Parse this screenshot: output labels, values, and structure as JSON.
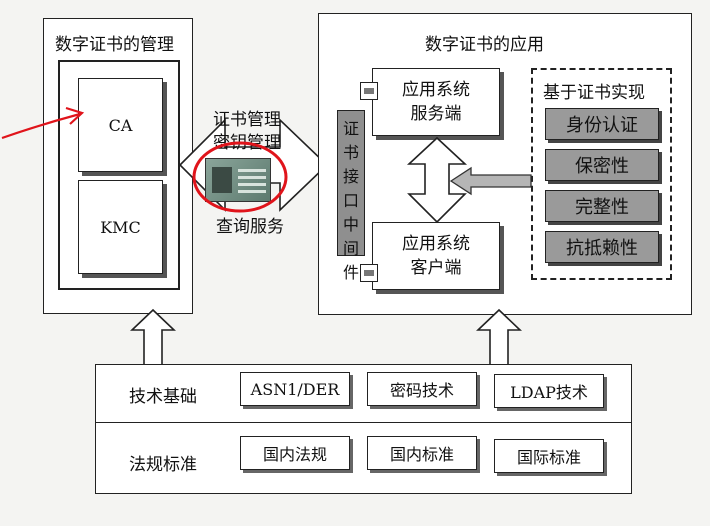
{
  "mgmt": {
    "title": "数字证书的管理",
    "ca": "CA",
    "kmc": "KMC"
  },
  "arrows": {
    "cert_mgmt_line1": "证书管理",
    "cert_mgmt_line2": "密钥管理",
    "query_service": "查询服务"
  },
  "middleware": {
    "label": "证书接口中间件",
    "chars": [
      "证",
      "书",
      "接",
      "口",
      "中",
      "间",
      "件"
    ]
  },
  "app": {
    "title": "数字证书的应用",
    "server_line1": "应用系统",
    "server_line2": "服务端",
    "client_line1": "应用系统",
    "client_line2": "客户端"
  },
  "features": {
    "title": "基于证书实现",
    "items": [
      "身份认证",
      "保密性",
      "完整性",
      "抗抵赖性"
    ]
  },
  "foundation": {
    "tech_label": "技术基础",
    "tech_items": [
      "ASN1/DER",
      "密码技术",
      "LDAP技术"
    ],
    "law_label": "法规标准",
    "law_items": [
      "国内法规",
      "国内标准",
      "国际标准"
    ]
  },
  "colors": {
    "annotation_red": "#e0141b",
    "feature_fill": "#9a9a9a",
    "middleware_fill": "#8f8f8f"
  }
}
